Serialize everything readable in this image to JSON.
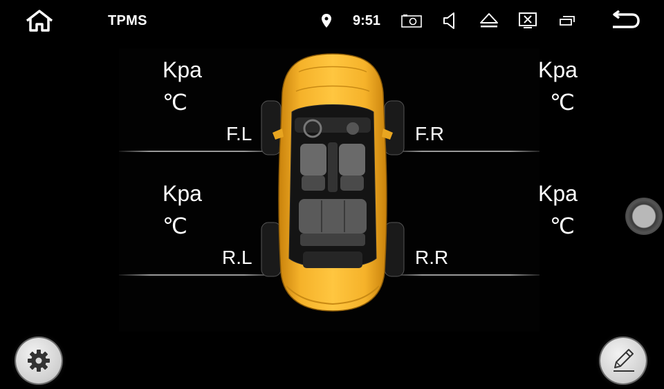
{
  "statusbar": {
    "title": "TPMS",
    "time": "9:51",
    "icons": [
      "home-icon",
      "location-pin-icon",
      "camera-icon",
      "volume-icon",
      "eject-icon",
      "screen-off-icon",
      "recent-apps-icon",
      "back-icon"
    ]
  },
  "tires": {
    "front_left": {
      "pressure_unit": "Kpa",
      "temp_unit": "℃",
      "label": "F.L"
    },
    "front_right": {
      "pressure_unit": "Kpa",
      "temp_unit": "℃",
      "label": "F.R"
    },
    "rear_left": {
      "pressure_unit": "Kpa",
      "temp_unit": "℃",
      "label": "R.L"
    },
    "rear_right": {
      "pressure_unit": "Kpa",
      "temp_unit": "℃",
      "label": "R.R"
    }
  },
  "colors": {
    "background": "#000000",
    "car_body": "#f2a81c",
    "text": "#ffffff",
    "button": "#d8d8d8"
  }
}
